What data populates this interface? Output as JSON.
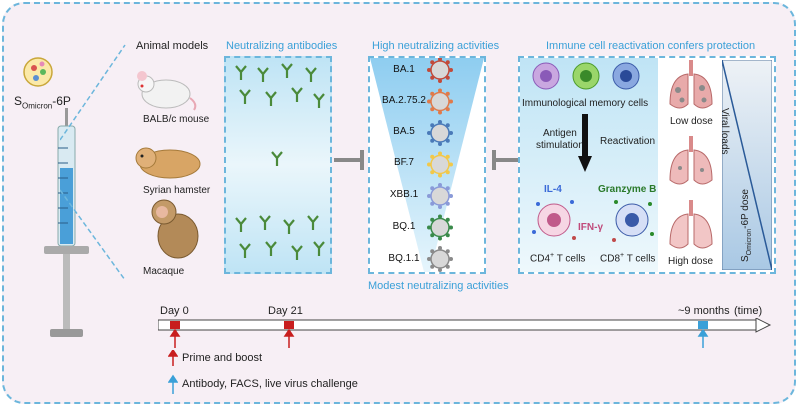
{
  "vaccine": {
    "label_main": "S",
    "label_sub": "Omicron",
    "label_suffix": "-6P"
  },
  "animal_models": {
    "title": "Animal models",
    "items": [
      "BALB/c mouse",
      "Syrian hamster",
      "Macaque"
    ]
  },
  "neutralizing_antibodies": {
    "title": "Neutralizing antibodies"
  },
  "neutralizing_activity": {
    "title_top": "High neutralizing activities",
    "title_bottom": "Modest neutralizing activities",
    "variants": [
      {
        "name": "BA.1",
        "color": "#c24a3a"
      },
      {
        "name": "BA.2.75.2",
        "color": "#e07a4a"
      },
      {
        "name": "BA.5",
        "color": "#4a7ab8"
      },
      {
        "name": "BF.7",
        "color": "#f2c84a"
      },
      {
        "name": "XBB.1",
        "color": "#8a9ad8"
      },
      {
        "name": "BQ.1",
        "color": "#3a8a4a"
      },
      {
        "name": "BQ.1.1",
        "color": "#8a8a8a"
      }
    ]
  },
  "immune": {
    "title": "Immune cell reactivation confers protection",
    "memory_cells": "Immunological memory cells",
    "antigen_line1": "Antigen",
    "antigen_line2": "stimulation",
    "reactivation": "Reactivation",
    "il4": "IL-4",
    "granzyme": "Granzyme B",
    "ifn": "IFN-γ",
    "cd4_main": "CD4",
    "cd4_sup": "+",
    "cd4_suffix": " T cells",
    "cd8_main": "CD8",
    "cd8_sup": "+",
    "cd8_suffix": " T cells",
    "low_dose": "Low dose",
    "high_dose": "High dose",
    "viral_loads": "Viral loads",
    "dose_main": "S",
    "dose_sub": "Omicron",
    "dose_suffix": "-6P dose"
  },
  "timeline": {
    "day0": "Day 0",
    "day21": "Day 21",
    "months": "~9 months",
    "time": "(time)"
  },
  "legend": {
    "prime": "Prime and boost",
    "antibody": "Antibody, FACS, live virus challenge",
    "red": "#c81e1e",
    "blue": "#3aa0d8"
  }
}
